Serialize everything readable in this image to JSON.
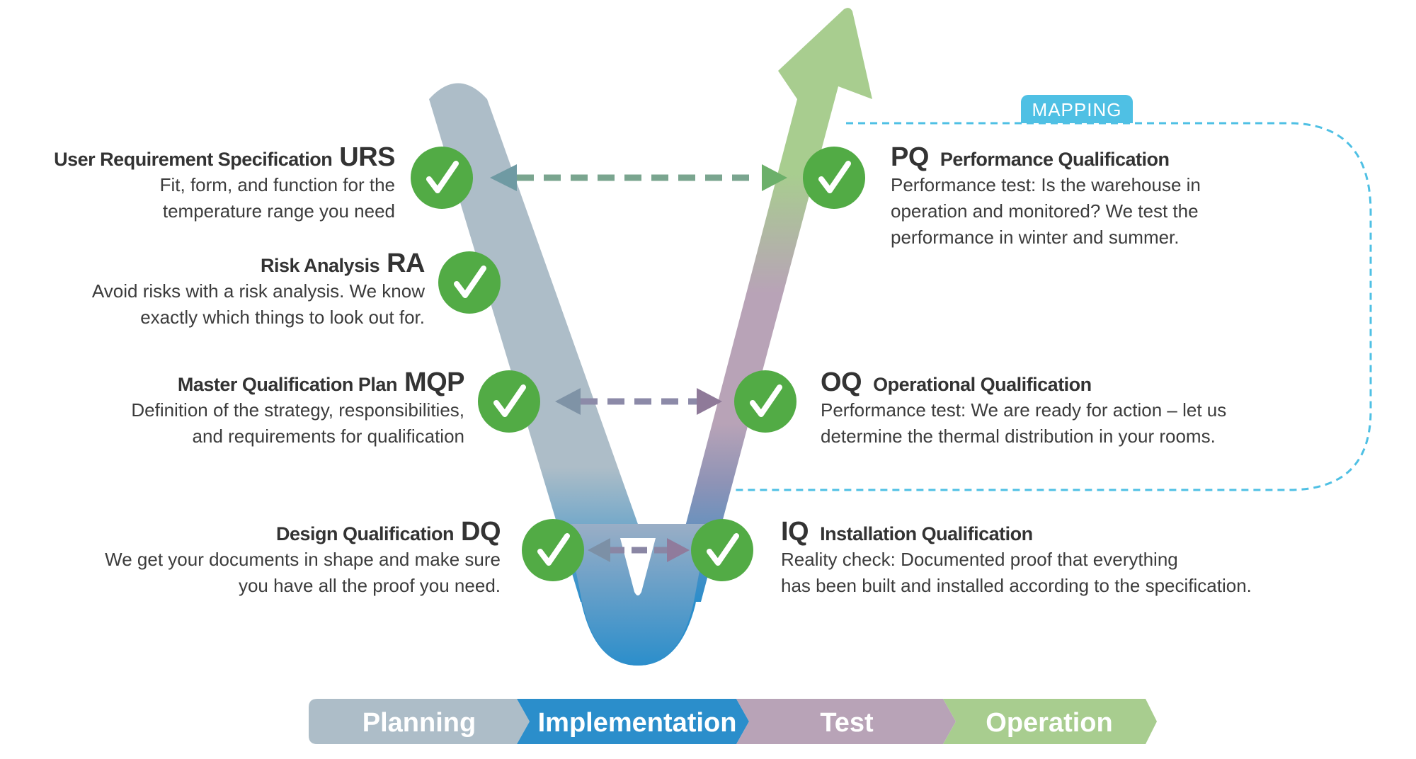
{
  "colors": {
    "planning": "#adbdc8",
    "implementation": "#2b8ecb",
    "test": "#b8a3b7",
    "operation": "#a8cd8f",
    "check": "#52ab45",
    "mapping": "#4fc0e4",
    "text": "#333333"
  },
  "mapping": {
    "label": "MAPPING"
  },
  "left_steps": [
    {
      "id": "urs",
      "title": "User Requirement Specification",
      "abbr": "URS",
      "lines": [
        "Fit, form, and function for the",
        "temperature range you need"
      ]
    },
    {
      "id": "ra",
      "title": "Risk Analysis",
      "abbr": "RA",
      "lines": [
        "Avoid risks with a risk analysis. We know",
        "exactly which things to look out for."
      ]
    },
    {
      "id": "mqp",
      "title": "Master Qualification Plan",
      "abbr": "MQP",
      "lines": [
        "Definition of the strategy, responsibilities,",
        "and requirements for qualification"
      ]
    },
    {
      "id": "dq",
      "title": "Design Qualification",
      "abbr": "DQ",
      "lines": [
        "We get your documents in shape and make sure",
        "you have all the proof you need."
      ]
    }
  ],
  "right_steps": [
    {
      "id": "pq",
      "abbr": "PQ",
      "title": "Performance Qualification",
      "lines": [
        "Performance test: Is the warehouse in",
        "operation and monitored? We test the",
        "performance in winter and summer."
      ]
    },
    {
      "id": "oq",
      "abbr": "OQ",
      "title": "Operational Qualification",
      "lines": [
        "Performance test: We are ready for action – let us",
        "determine the thermal distribution in your rooms."
      ]
    },
    {
      "id": "iq",
      "abbr": "IQ",
      "title": "Installation Qualification",
      "lines": [
        "Reality check: Documented proof that everything",
        "has been built and installed according to the specification."
      ]
    }
  ],
  "links": [
    {
      "from": "URS",
      "to": "PQ"
    },
    {
      "from": "MQP",
      "to": "OQ"
    },
    {
      "from": "DQ",
      "to": "IQ"
    }
  ],
  "phases": [
    {
      "label": "Planning"
    },
    {
      "label": "Implementation"
    },
    {
      "label": "Test"
    },
    {
      "label": "Operation"
    }
  ]
}
